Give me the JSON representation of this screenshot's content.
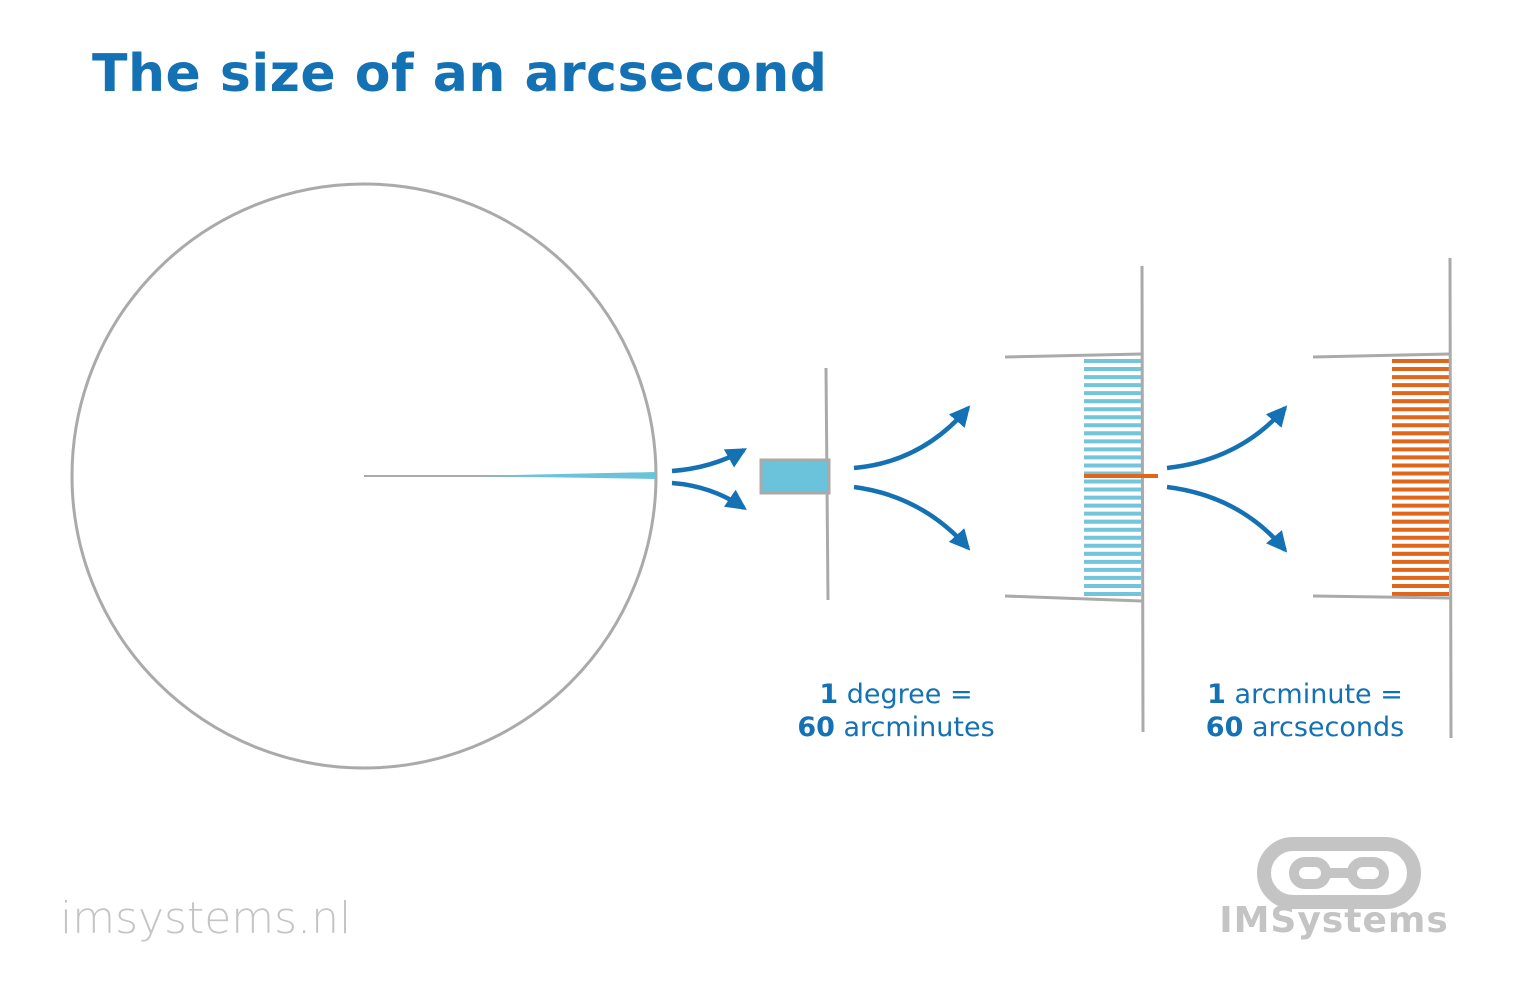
{
  "title": "The size of an arcsecond",
  "captions": {
    "degree": {
      "num1": "1",
      "text1": " degree =",
      "num2": "60",
      "text2": " arcminutes"
    },
    "arcminute": {
      "num1": "1",
      "text1": " arcminute =",
      "num2": "60",
      "text2": " arcseconds"
    }
  },
  "footer": {
    "website": "imsystems.nl",
    "logo_text": "IMSystems",
    "logo_icon": "infinity-chain-icon"
  },
  "colors": {
    "title": "#1472b4",
    "caption": "#1472b4",
    "arrow": "#1472b4",
    "degree_fill": "#6bc3db",
    "arcminute_lines": "#74c4dc",
    "arcsecond_lines": "#e0661c",
    "outline": "#aaaaaa",
    "footer_text": "#c4c4c4"
  },
  "counts": {
    "arcminute_lines": 60,
    "arcsecond_lines": 60
  }
}
